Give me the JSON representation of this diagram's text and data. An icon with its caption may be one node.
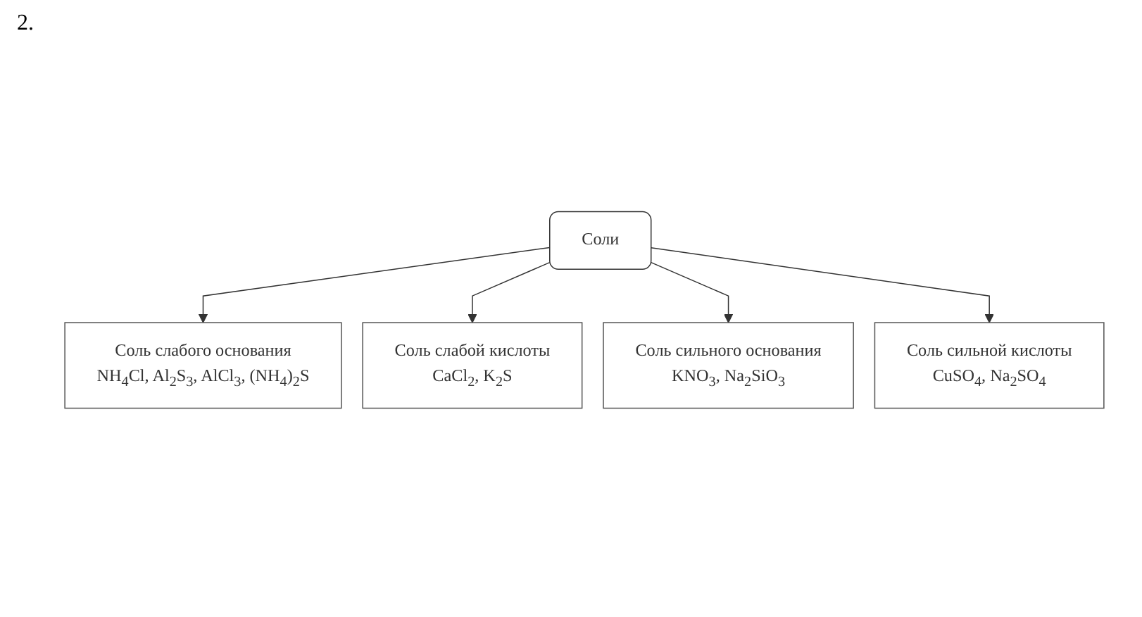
{
  "diagram": {
    "nodes": [
      {
        "text": [
          "Соли"
        ]
      },
      {
        "text": [
          "Соль слабого основания",
          "NH$_{4}$Cl, Al$_{2}$S$_{3}$, AlCl$_{3}$, (NH$_{4}$)$_{2}$S"
        ]
      },
      {
        "text": [
          "Соль слабой кислоты",
          "CaCl$_{2}$, K$_{2}$S"
        ]
      },
      {
        "text": [
          "Соль сильного основания",
          "KNO$_{3}$, Na$_{2}$SiO$_{3}$"
        ]
      },
      {
        "text": [
          "Соль сильной кислоты",
          "CuSO$_{4}$, Na$_{2}$SO$_{4}$"
        ]
      }
    ],
    "edges": [
      {
        "from": 0,
        "to": 1,
        "arrow": "to"
      },
      {
        "from": 0,
        "to": 2,
        "arrow": "to"
      },
      {
        "from": 0,
        "to": 3,
        "arrow": "to"
      },
      {
        "from": 0,
        "to": 4,
        "arrow": "to"
      }
    ],
    "labels": [
      "2."
    ]
  }
}
